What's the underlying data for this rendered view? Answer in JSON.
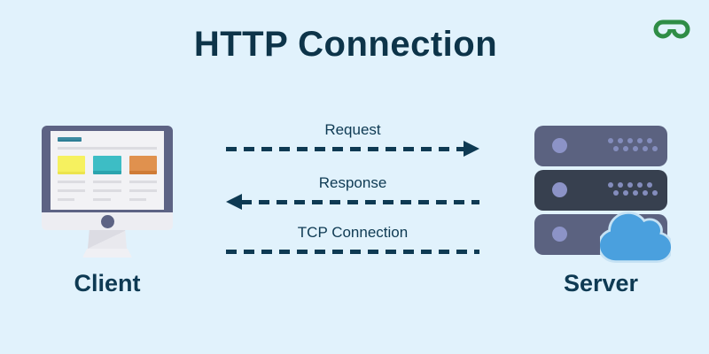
{
  "title": "HTTP Connection",
  "logo": {
    "name": "geeksforgeeks-logo",
    "color": "#2f8d46"
  },
  "nodes": {
    "client": {
      "label": "Client"
    },
    "server": {
      "label": "Server"
    }
  },
  "flows": [
    {
      "label": "Request",
      "direction": "right"
    },
    {
      "label": "Response",
      "direction": "left"
    },
    {
      "label": "TCP Connection",
      "direction": "none"
    }
  ],
  "colors": {
    "background": "#e1f2fc",
    "ink": "#0e3a53",
    "logo_green": "#2f8d46",
    "monitor_frame": "#5d6384",
    "server_slate": "#5b6280",
    "server_dark": "#37404f",
    "led_purple": "#8c93c7",
    "cloud_blue": "#4aa0de",
    "card_yellow": "#f6f15f",
    "card_teal": "#3dbdc5",
    "card_orange": "#e0914e"
  }
}
